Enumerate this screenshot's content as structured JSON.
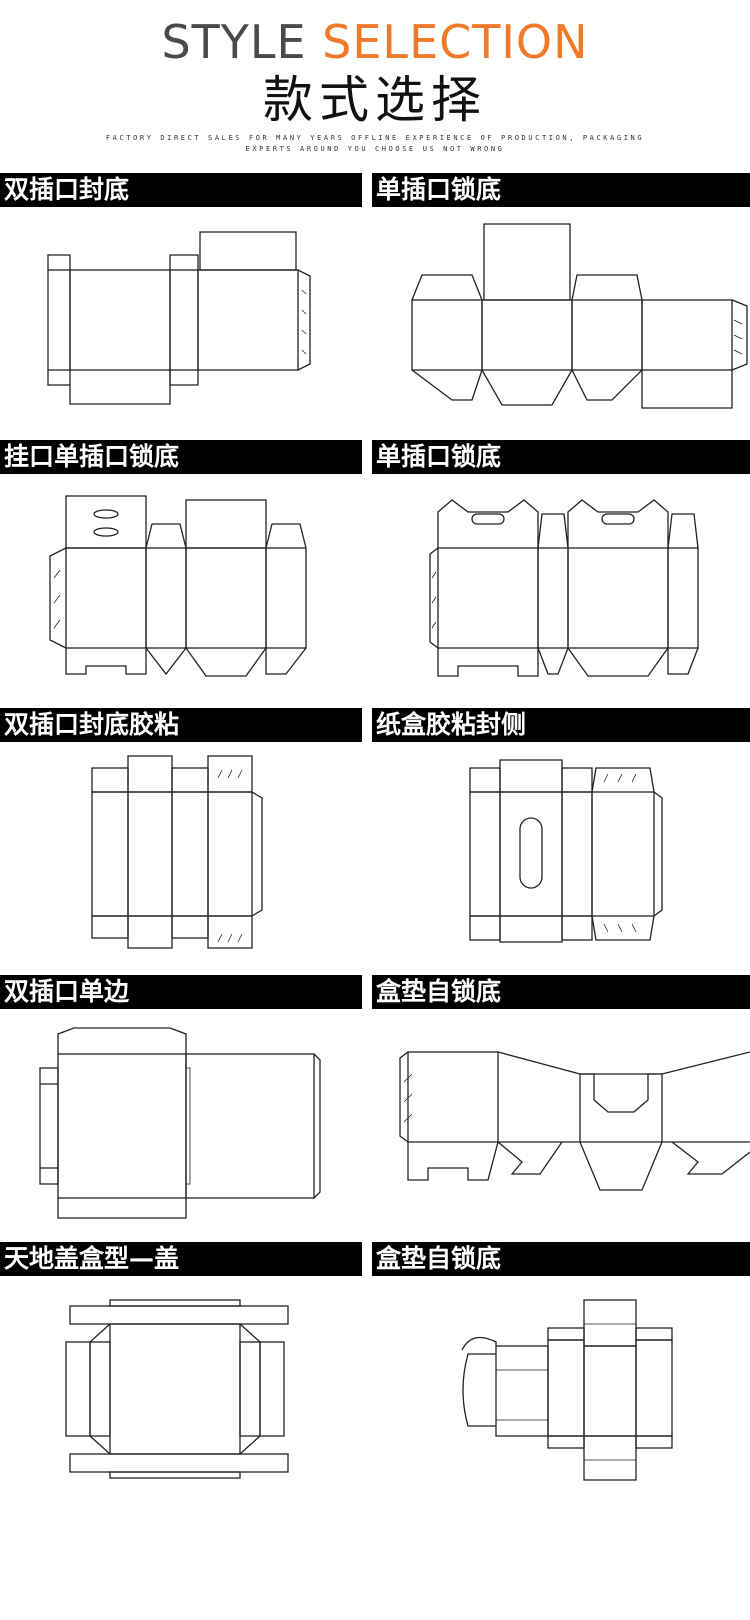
{
  "header": {
    "title_en_1": "STYLE",
    "title_en_2": "SELECTION",
    "title_cn": "款式选择",
    "subtitle_1": "FACTORY DIRECT SALES FOR MANY YEARS OFFLINE EXPERIENCE OF PRODUCTION, PACKAGING",
    "subtitle_2": "EXPERTS AROUND YOU CHOOSE US NOT WRONG"
  },
  "colors": {
    "accent": "#f07a2a",
    "title_gray": "#4a4a4a",
    "bar": "#000000"
  },
  "styles": [
    {
      "label": "双插口封底"
    },
    {
      "label": "单插口锁底"
    },
    {
      "label": "挂口单插口锁底"
    },
    {
      "label": "单插口锁底"
    },
    {
      "label": "双插口封底胶粘"
    },
    {
      "label": "纸盒胶粘封侧"
    },
    {
      "label": "双插口单边"
    },
    {
      "label": "盒垫自锁底"
    },
    {
      "label": "天地盖盒型—盖"
    },
    {
      "label": "盒垫自锁底"
    }
  ]
}
